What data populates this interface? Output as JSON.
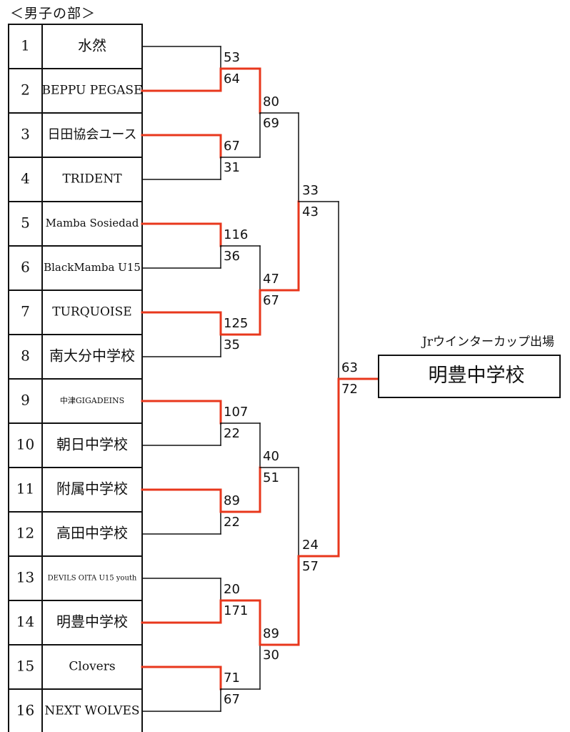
{
  "header": "＜男子の部＞",
  "colors": {
    "win": "#e8371c",
    "line": "#111111"
  },
  "teams": [
    {
      "seed": "1",
      "name": "水然"
    },
    {
      "seed": "2",
      "name": "BEPPU PEGASE"
    },
    {
      "seed": "3",
      "name": "日田協会ユース"
    },
    {
      "seed": "4",
      "name": "TRIDENT"
    },
    {
      "seed": "5",
      "name": "Mamba Sosiedad"
    },
    {
      "seed": "6",
      "name": "BlackMamba U15"
    },
    {
      "seed": "7",
      "name": "TURQUOISE"
    },
    {
      "seed": "8",
      "name": "南大分中学校"
    },
    {
      "seed": "9",
      "name": "中津GIGADEINS"
    },
    {
      "seed": "10",
      "name": "朝日中学校"
    },
    {
      "seed": "11",
      "name": "附属中学校"
    },
    {
      "seed": "12",
      "name": "高田中学校"
    },
    {
      "seed": "13",
      "name": "DEVILS OITA U15 youth"
    },
    {
      "seed": "14",
      "name": "明豊中学校"
    },
    {
      "seed": "15",
      "name": "Clovers"
    },
    {
      "seed": "16",
      "name": "NEXT WOLVES"
    }
  ],
  "rounds": [
    [
      {
        "top": "53",
        "bottom": "64",
        "winner": "bottom"
      },
      {
        "top": "67",
        "bottom": "31",
        "winner": "top"
      },
      {
        "top": "116",
        "bottom": "36",
        "winner": "top"
      },
      {
        "top": "125",
        "bottom": "35",
        "winner": "top"
      },
      {
        "top": "107",
        "bottom": "22",
        "winner": "top"
      },
      {
        "top": "89",
        "bottom": "22",
        "winner": "top"
      },
      {
        "top": "20",
        "bottom": "171",
        "winner": "bottom"
      },
      {
        "top": "71",
        "bottom": "67",
        "winner": "top"
      }
    ],
    [
      {
        "top": "80",
        "bottom": "69",
        "winner": "top"
      },
      {
        "top": "47",
        "bottom": "67",
        "winner": "bottom"
      },
      {
        "top": "40",
        "bottom": "51",
        "winner": "bottom"
      },
      {
        "top": "89",
        "bottom": "30",
        "winner": "top"
      }
    ],
    [
      {
        "top": "33",
        "bottom": "43",
        "winner": "bottom"
      },
      {
        "top": "24",
        "bottom": "57",
        "winner": "bottom"
      }
    ],
    [
      {
        "top": "63",
        "bottom": "72",
        "winner": "bottom"
      }
    ]
  ],
  "champion": {
    "label": "Jrウインターカップ出場",
    "name": "明豊中学校"
  }
}
